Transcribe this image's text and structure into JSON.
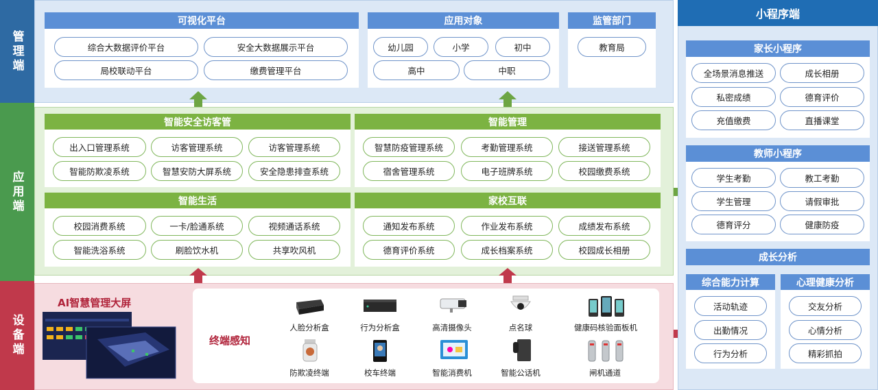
{
  "sides": {
    "mgmt": "管理端",
    "app": "应用端",
    "device": "设备端"
  },
  "mgmt": {
    "visual": {
      "title": "可视化平台",
      "items": [
        "综合大数据评价平台",
        "安全大数据展示平台",
        "局校联动平台",
        "缴费管理平台"
      ]
    },
    "target": {
      "title": "应用对象",
      "items": [
        "幼儿园",
        "小学",
        "初中",
        "高中",
        "中职"
      ]
    },
    "dept": {
      "title": "监管部门",
      "items": [
        "教育局"
      ]
    }
  },
  "app": {
    "safety": {
      "title": "智能安全访客管",
      "items": [
        "出入口管理系统",
        "访客管理系统",
        "访客管理系统",
        "智能防欺凌系统",
        "智慧安防大屏系统",
        "安全隐患排查系统"
      ]
    },
    "smartmgmt": {
      "title": "智能管理",
      "items": [
        "智慧防疫管理系统",
        "考勤管理系统",
        "接送管理系统",
        "宿舍管理系统",
        "电子班牌系统",
        "校园缴费系统"
      ]
    },
    "life": {
      "title": "智能生活",
      "items": [
        "校园消费系统",
        "一卡/脸通系统",
        "视频通话系统",
        "智能洗浴系统",
        "刷脸饮水机",
        "共享吹风机"
      ]
    },
    "homeschool": {
      "title": "家校互联",
      "items": [
        "通知发布系统",
        "作业发布系统",
        "成绩发布系统",
        "德育评价系统",
        "成长档案系统",
        "校园成长相册"
      ]
    }
  },
  "device": {
    "screen_title": "AI智慧管理大屏",
    "terminal_title": "终端感知",
    "devices": [
      "人脸分析盒",
      "行为分析盒",
      "高清摄像头",
      "点名球",
      "健康码核验面板机",
      "防欺凌终端",
      "校车终端",
      "智能消费机",
      "智能公话机",
      "闸机通道"
    ]
  },
  "mini": {
    "title": "小程序端",
    "parent": {
      "title": "家长小程序",
      "items": [
        "全场景消息推送",
        "成长相册",
        "私密成绩",
        "德育评价",
        "充值缴费",
        "直播课堂"
      ]
    },
    "teacher": {
      "title": "教师小程序",
      "items": [
        "学生考勤",
        "教工考勤",
        "学生管理",
        "请假审批",
        "德育评分",
        "健康防疫"
      ]
    },
    "growth": {
      "title": "成长分析",
      "ability": {
        "title": "综合能力计算",
        "items": [
          "活动轨迹",
          "出勤情况",
          "行为分析"
        ]
      },
      "psych": {
        "title": "心理健康分析",
        "items": [
          "交友分析",
          "心情分析",
          "精彩抓拍"
        ]
      }
    }
  },
  "colors": {
    "blue": "#4a7ec0",
    "green": "#7cb342",
    "red": "#c0394b",
    "navy": "#1f6db4"
  }
}
